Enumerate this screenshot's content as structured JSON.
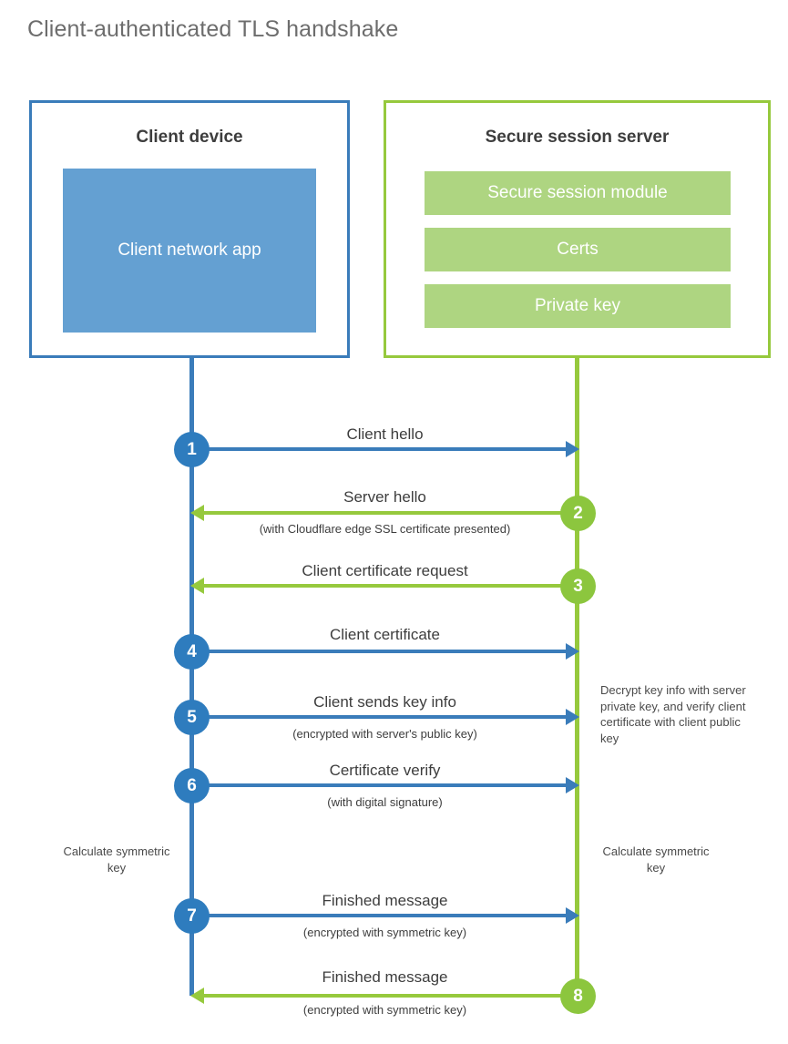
{
  "title": "Client-authenticated TLS handshake",
  "colors": {
    "blue_border": "#3a7cba",
    "blue_fill": "#64a0d2",
    "blue_circle": "#2e7cbe",
    "green_border": "#96c93d",
    "green_fill": "#aed581",
    "green_circle": "#8cc63e",
    "title_text": "#6d6d6d",
    "body_text": "#3d3d3d",
    "background": "#ffffff"
  },
  "actors": {
    "client": {
      "title": "Client device",
      "app_label": "Client network app"
    },
    "server": {
      "title": "Secure session server",
      "bars": [
        "Secure session module",
        "Certs",
        "Private key"
      ]
    }
  },
  "steps": [
    {
      "number": "1",
      "label": "Client hello",
      "sub": "",
      "direction": "client-to-server",
      "color": "blue"
    },
    {
      "number": "2",
      "label": "Server hello",
      "sub": "(with Cloudflare edge SSL certificate presented)",
      "direction": "server-to-client",
      "color": "green"
    },
    {
      "number": "3",
      "label": "Client certificate request",
      "sub": "",
      "direction": "server-to-client",
      "color": "green"
    },
    {
      "number": "4",
      "label": "Client certificate",
      "sub": "",
      "direction": "client-to-server",
      "color": "blue"
    },
    {
      "number": "5",
      "label": "Client sends key info",
      "sub": "(encrypted with server's public key)",
      "direction": "client-to-server",
      "color": "blue"
    },
    {
      "number": "6",
      "label": "Certificate verify",
      "sub": "(with digital signature)",
      "direction": "client-to-server",
      "color": "blue"
    },
    {
      "number": "7",
      "label": "Finished message",
      "sub": "(encrypted with symmetric key)",
      "direction": "client-to-server",
      "color": "blue"
    },
    {
      "number": "8",
      "label": "Finished message",
      "sub": "(encrypted with symmetric key)",
      "direction": "server-to-client",
      "color": "green"
    }
  ],
  "notes": {
    "server_decrypt": "Decrypt key info with server private key, and verify client certificate with client public key",
    "client_calculate": "Calculate symmetric key",
    "server_calculate": "Calculate symmetric key"
  }
}
